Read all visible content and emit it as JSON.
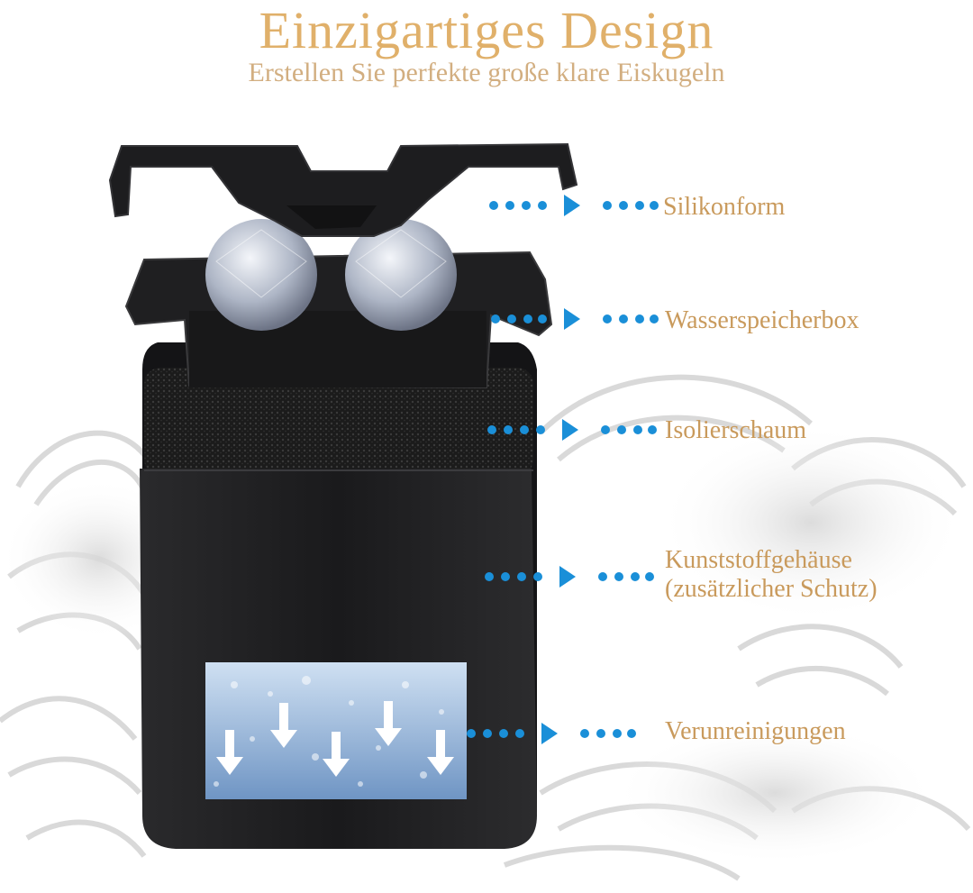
{
  "header": {
    "title": "Einzigartiges Design",
    "subtitle": "Erstellen Sie perfekte große klare Eiskugeln"
  },
  "callouts": [
    {
      "label": "Silikonform"
    },
    {
      "label": "Wasserspeicherbox"
    },
    {
      "label": "Isolierschaum"
    },
    {
      "label_line1": "Kunststoffgehäuse",
      "label_line2": "(zusätzlicher Schutz)"
    },
    {
      "label": "Verunreinigungen"
    }
  ],
  "colors": {
    "title": "#e0b06a",
    "label": "#c99a5c",
    "accent_blue": "#1a8fd8",
    "body_black": "#1c1c1e"
  },
  "icons": [
    "dotted-arrow-icon",
    "down-arrow-icon",
    "ice-ball-icon"
  ]
}
